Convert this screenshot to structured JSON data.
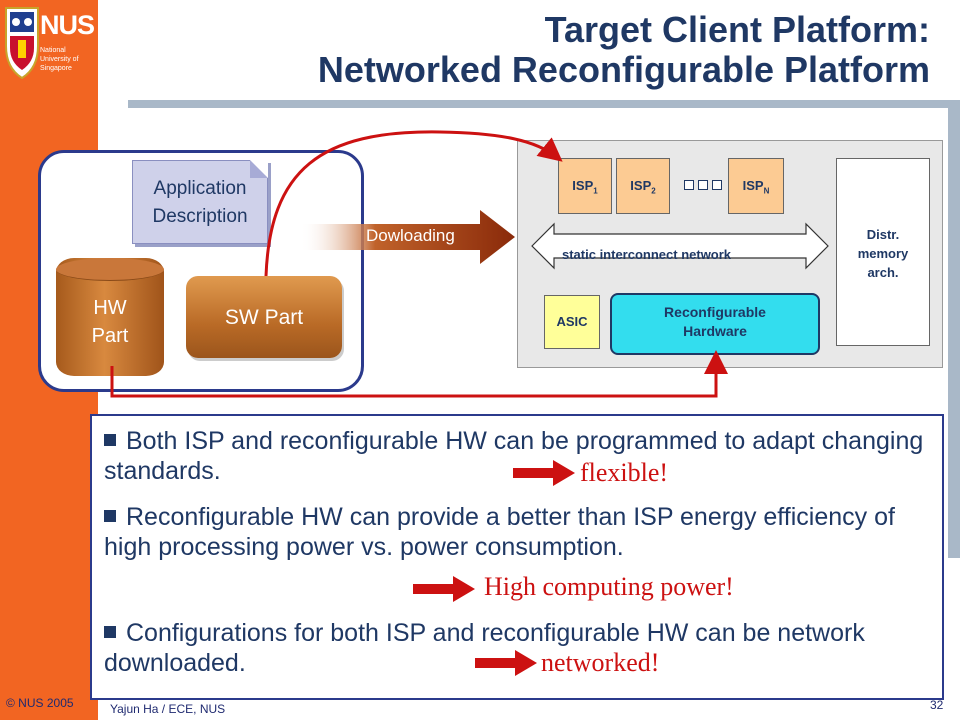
{
  "logo": {
    "name": "NUS",
    "subtitle": "National University of Singapore"
  },
  "title": {
    "line1": "Target Client Platform:",
    "line2": "Networked Reconfigurable Platform"
  },
  "left_group": {
    "app_description": {
      "line1": "Application",
      "line2": "Description"
    },
    "hw_part": {
      "line1": "HW",
      "line2": "Part"
    },
    "sw_part": "SW Part"
  },
  "download_label": "Dowloading",
  "platform": {
    "isp1": {
      "base": "ISP",
      "sub": "1"
    },
    "isp2": {
      "base": "ISP",
      "sub": "2"
    },
    "ispn": {
      "base": "ISP",
      "sub": "N"
    },
    "network": "static interconnect network",
    "asic": "ASIC",
    "reconfig": {
      "line1": "Reconfigurable",
      "line2": "Hardware"
    },
    "memory": {
      "line1": "Distr.",
      "line2": "memory",
      "line3": "arch."
    }
  },
  "bullets": [
    {
      "text": "Both ISP and reconfigurable HW can be programmed to adapt changing standards.",
      "tag": "flexible!"
    },
    {
      "text": "Reconfigurable HW can provide a better than ISP energy efficiency of high processing power vs. power consumption.",
      "tag": "High computing power!"
    },
    {
      "text": "Configurations for both ISP and reconfigurable HW can be network downloaded.",
      "tag": "networked!"
    }
  ],
  "colors": {
    "sidebar": "#f26522",
    "title": "#1f3864",
    "tag": "#cc1111",
    "arrow": "#cc1111"
  },
  "footer": {
    "copyright": "© NUS 2005",
    "author": "Yajun Ha / ECE, NUS",
    "page": "32"
  }
}
